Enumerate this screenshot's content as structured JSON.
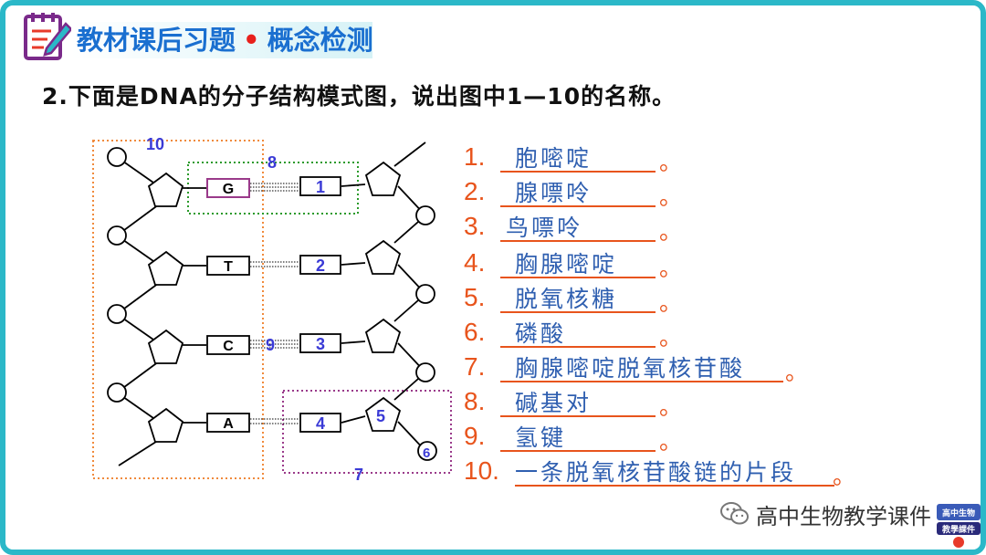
{
  "header": {
    "title_left": "教材课后习题",
    "title_dot": "•",
    "title_right": "概念检测"
  },
  "question": "2.下面是DNA的分子结构模式图，说出图中1—10的名称。",
  "diagram": {
    "left_bases": [
      "G",
      "T",
      "C",
      "A"
    ],
    "right_labels": [
      "1",
      "2",
      "3",
      "4"
    ],
    "numbers": {
      "n5": "5",
      "n6": "6",
      "n7": "7",
      "n8": "8",
      "n9": "9",
      "n10": "10"
    }
  },
  "answers": [
    {
      "num": "1.",
      "text": "胞嘧啶",
      "end": "。"
    },
    {
      "num": "2.",
      "text": "腺嘌呤",
      "end": "。"
    },
    {
      "num": "3.",
      "text": "鸟嘌呤",
      "end": "。"
    },
    {
      "num": "4.",
      "text": "胸腺嘧啶",
      "end": "。"
    },
    {
      "num": "5.",
      "text": "脱氧核糖",
      "end": "。"
    },
    {
      "num": "6.",
      "text": "磷酸",
      "end": "。"
    },
    {
      "num": "7.",
      "text": "胸腺嘧啶脱氧核苷酸",
      "end": "。"
    },
    {
      "num": "8.",
      "text": "碱基对",
      "end": "。"
    },
    {
      "num": "9.",
      "text": "氢键",
      "end": "。"
    },
    {
      "num": "10.",
      "text": "一条脱氧核苷酸链的片段",
      "end": "。"
    }
  ],
  "watermark": "高中生物教学课件",
  "logo": {
    "line1": "高中生物",
    "line2": "教學課件"
  },
  "colors": {
    "frame": "#2bb8c8",
    "answer_num": "#e8541c",
    "answer_text": "#2f5fb0",
    "label_number": "#3a3ad6",
    "box_orange": "#f08a3c",
    "box_green": "#2a9a2a",
    "box_purple": "#9a3a8a"
  }
}
